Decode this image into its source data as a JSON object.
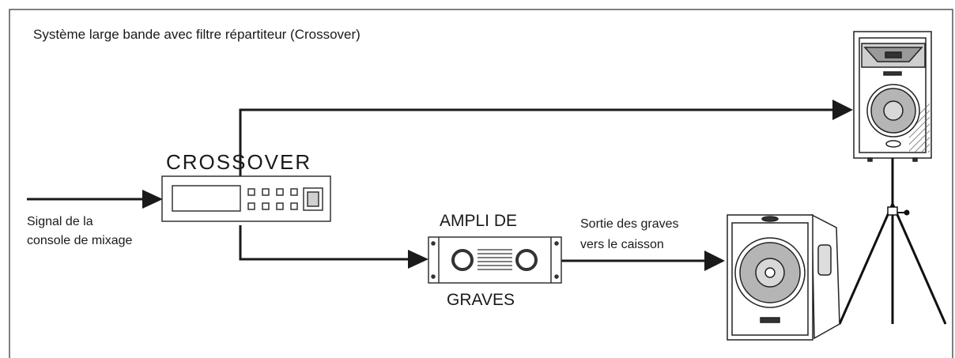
{
  "title": "Système large bande avec filtre répartiteur (Crossover)",
  "crossover_label": "CROSSOVER",
  "amp": {
    "line1": "AMPLI DE",
    "line2": "GRAVES"
  },
  "sub_output": {
    "line1": "Sortie des graves",
    "line2": "vers le caisson"
  },
  "input_signal": {
    "line1": "Signal de la",
    "line2": "console de mixage"
  },
  "colors": {
    "line": "#1a1a1a",
    "border": "#555555",
    "panel_gray": "#cfcfcf",
    "cone_gray": "#b5b5b5"
  }
}
